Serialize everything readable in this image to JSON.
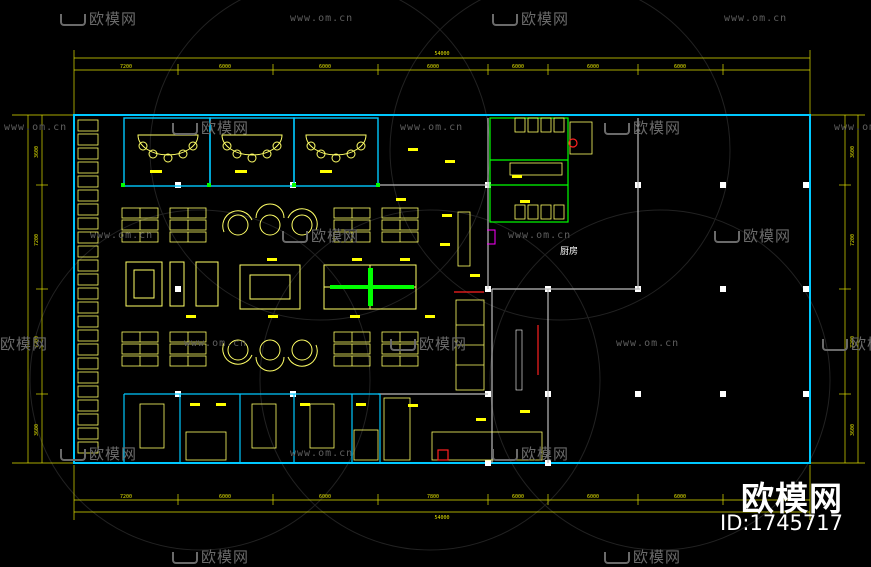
{
  "watermark": {
    "brand_text": "欧模网",
    "url_text": "www.om.cn"
  },
  "footer": {
    "brand": "欧模网",
    "id_label": "ID:1745717"
  },
  "plan": {
    "kitchen_label": "厨房",
    "top_dims": [
      "7200",
      "6000",
      "6000",
      "6000",
      "6000",
      "6000",
      "6000"
    ],
    "top_total": "54000",
    "bottom_dims": [
      "7200",
      "6000",
      "6000",
      "7800",
      "6000",
      "6000",
      "6000"
    ],
    "bottom_total": "54000",
    "left_dims": [
      "3600",
      "7200",
      "7200",
      "3600"
    ],
    "right_dims": [
      "3600",
      "7200",
      "7200",
      "3600"
    ],
    "colors": {
      "wall": "#00c8ff",
      "furniture": "#ffff66",
      "structure": "#ffffff",
      "dim_line": "#e0e000",
      "green": "#00ff00",
      "red": "#ff2020",
      "magenta": "#ff00ff"
    }
  }
}
